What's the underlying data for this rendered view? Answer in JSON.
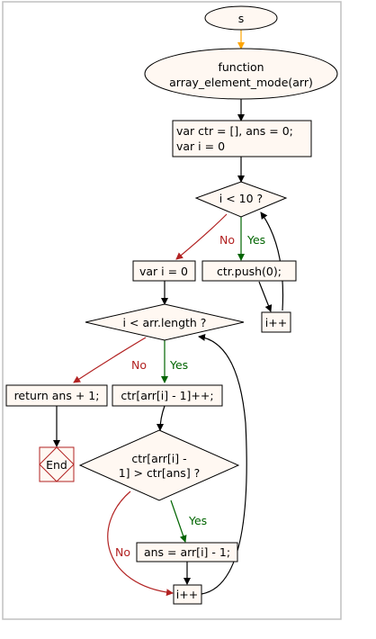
{
  "colors": {
    "node_fill": "#fff8f2",
    "node_stroke": "#000000",
    "end_stroke": "#b22222",
    "start_arrow": "#ffa500",
    "yes": "#006400",
    "no": "#b22222",
    "frame": "#c0c0c0"
  },
  "nodes": {
    "start": "s",
    "function_line1": "function",
    "function_line2": "array_element_mode(arr)",
    "init_line1": "var ctr = [], ans = 0;",
    "init_line2": "var i = 0",
    "cond1": "i < 10 ?",
    "push": "ctr.push(0);",
    "inc1": "i++",
    "reset_i": "var i = 0",
    "cond2": "i < arr.length ?",
    "return": "return ans + 1;",
    "end": "End",
    "incr_ctr": "ctr[arr[i] - 1]++;",
    "cond3_line1": "ctr[arr[i] -",
    "cond3_line2": "1] > ctr[ans] ?",
    "assign_ans": "ans = arr[i] - 1;",
    "inc2": "i++"
  },
  "edges": {
    "yes": "Yes",
    "no": "No"
  }
}
